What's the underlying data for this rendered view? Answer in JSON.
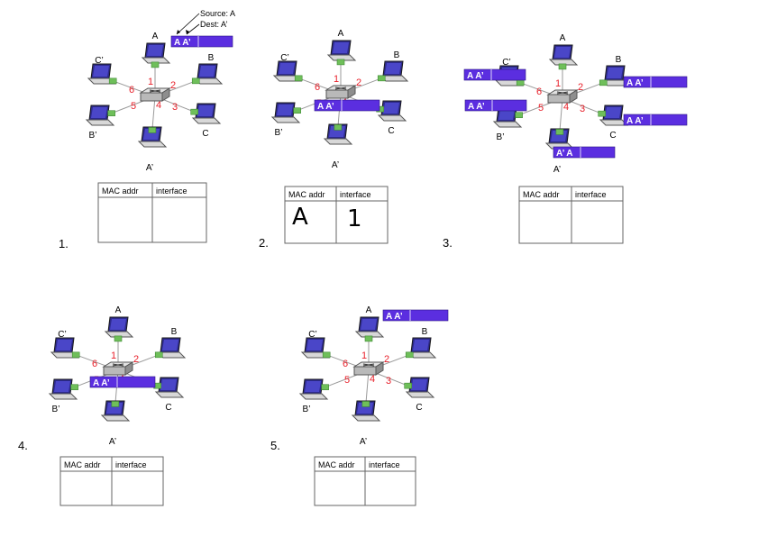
{
  "colors": {
    "frame": "#5b2ee0",
    "port_label": "#e8202a",
    "link": "#9a9a9a",
    "plug": "#6fbf5a"
  },
  "annotation": {
    "source": "Source: A",
    "dest": "Dest: A’"
  },
  "table_headers": {
    "mac": "MAC addr",
    "iface": "interface"
  },
  "hosts": {
    "a": "A",
    "b": "B",
    "c": "C",
    "a2": "A’",
    "b2": "B’",
    "c2": "C’"
  },
  "ports": [
    "1",
    "2",
    "3",
    "4",
    "5",
    "6"
  ],
  "panels": [
    {
      "number": "1.",
      "frames": [
        "A A’"
      ],
      "table_rows": []
    },
    {
      "number": "2.",
      "frames": [
        "A A’"
      ],
      "table_rows": [
        {
          "mac": "A",
          "iface": "1"
        }
      ]
    },
    {
      "number": "3.",
      "frames": [
        "A A’",
        "A A’",
        "A A’",
        "A A’",
        "A’ A"
      ],
      "table_rows": []
    },
    {
      "number": "4.",
      "frames": [
        "A A’"
      ],
      "table_rows": []
    },
    {
      "number": "5.",
      "frames": [
        "A A’"
      ],
      "table_rows": []
    }
  ]
}
